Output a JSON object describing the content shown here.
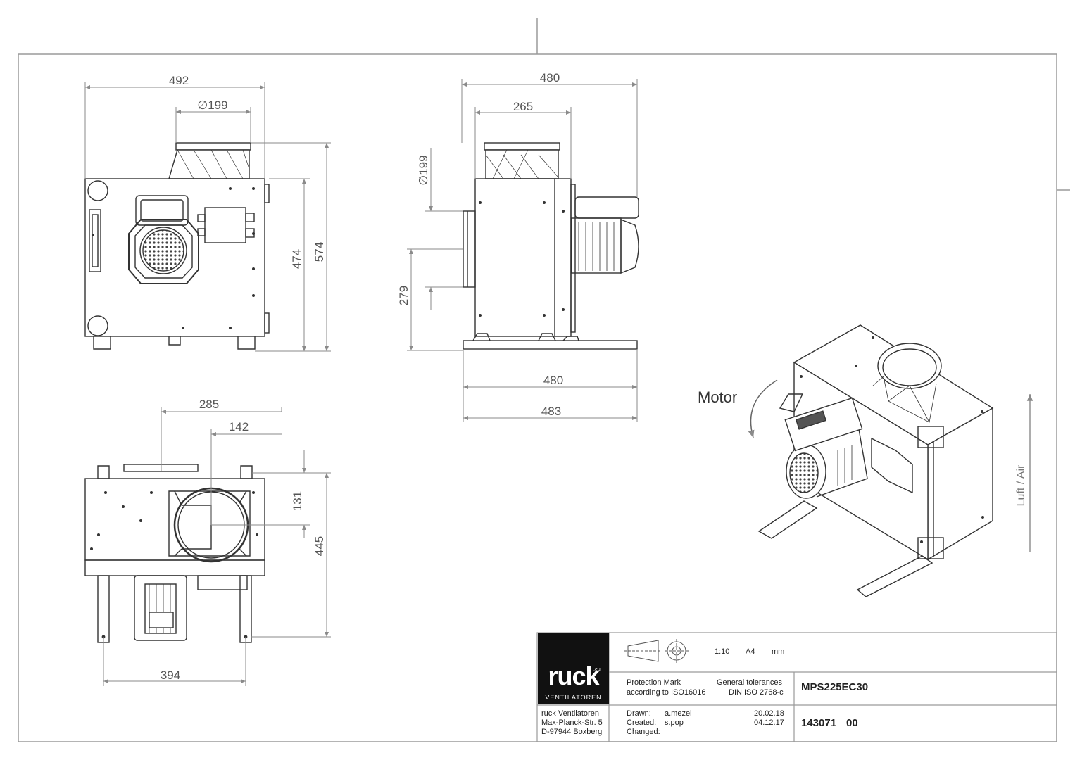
{
  "dimensions": {
    "front": {
      "width_total": "492",
      "inlet_dia": "∅199",
      "height_body": "474",
      "height_total": "574"
    },
    "side": {
      "width_top": "480",
      "width_inlet": "265",
      "inlet_dia_v": "∅199",
      "outlet_height": "279",
      "base_width": "480",
      "base_total": "483"
    },
    "top": {
      "offset_285": "285",
      "offset_142": "142",
      "h_131": "131",
      "h_445": "445",
      "foot_394": "394"
    }
  },
  "iso_labels": {
    "motor": "Motor",
    "airflow": "Luft / Air"
  },
  "title_block": {
    "logo": {
      "word": "ruck",
      "eu": ".eu",
      "sub": "VENTILATOREN"
    },
    "address": [
      "ruck Ventilatoren",
      "Max-Planck-Str. 5",
      "D-97944 Boxberg"
    ],
    "scale": "1:10",
    "paper": "A4",
    "unit": "mm",
    "protection": [
      "Protection Mark",
      "according to ISO16016"
    ],
    "tolerances": [
      "General tolerances",
      "DIN ISO 2768-c"
    ],
    "product": "MPS225EC30",
    "drawn_label": "Drawn:",
    "drawn_by": "a.mezei",
    "drawn_date": "20.02.18",
    "created_label": "Created:",
    "created_by": "s.pop",
    "created_date": "04.12.17",
    "changed_label": "Changed:",
    "drawing_no": "143071",
    "revision": "00"
  },
  "colors": {
    "line": "#333333",
    "dim_line": "#8a8a8a",
    "frame": "#9a9a9a",
    "logo_bg": "#111111"
  }
}
